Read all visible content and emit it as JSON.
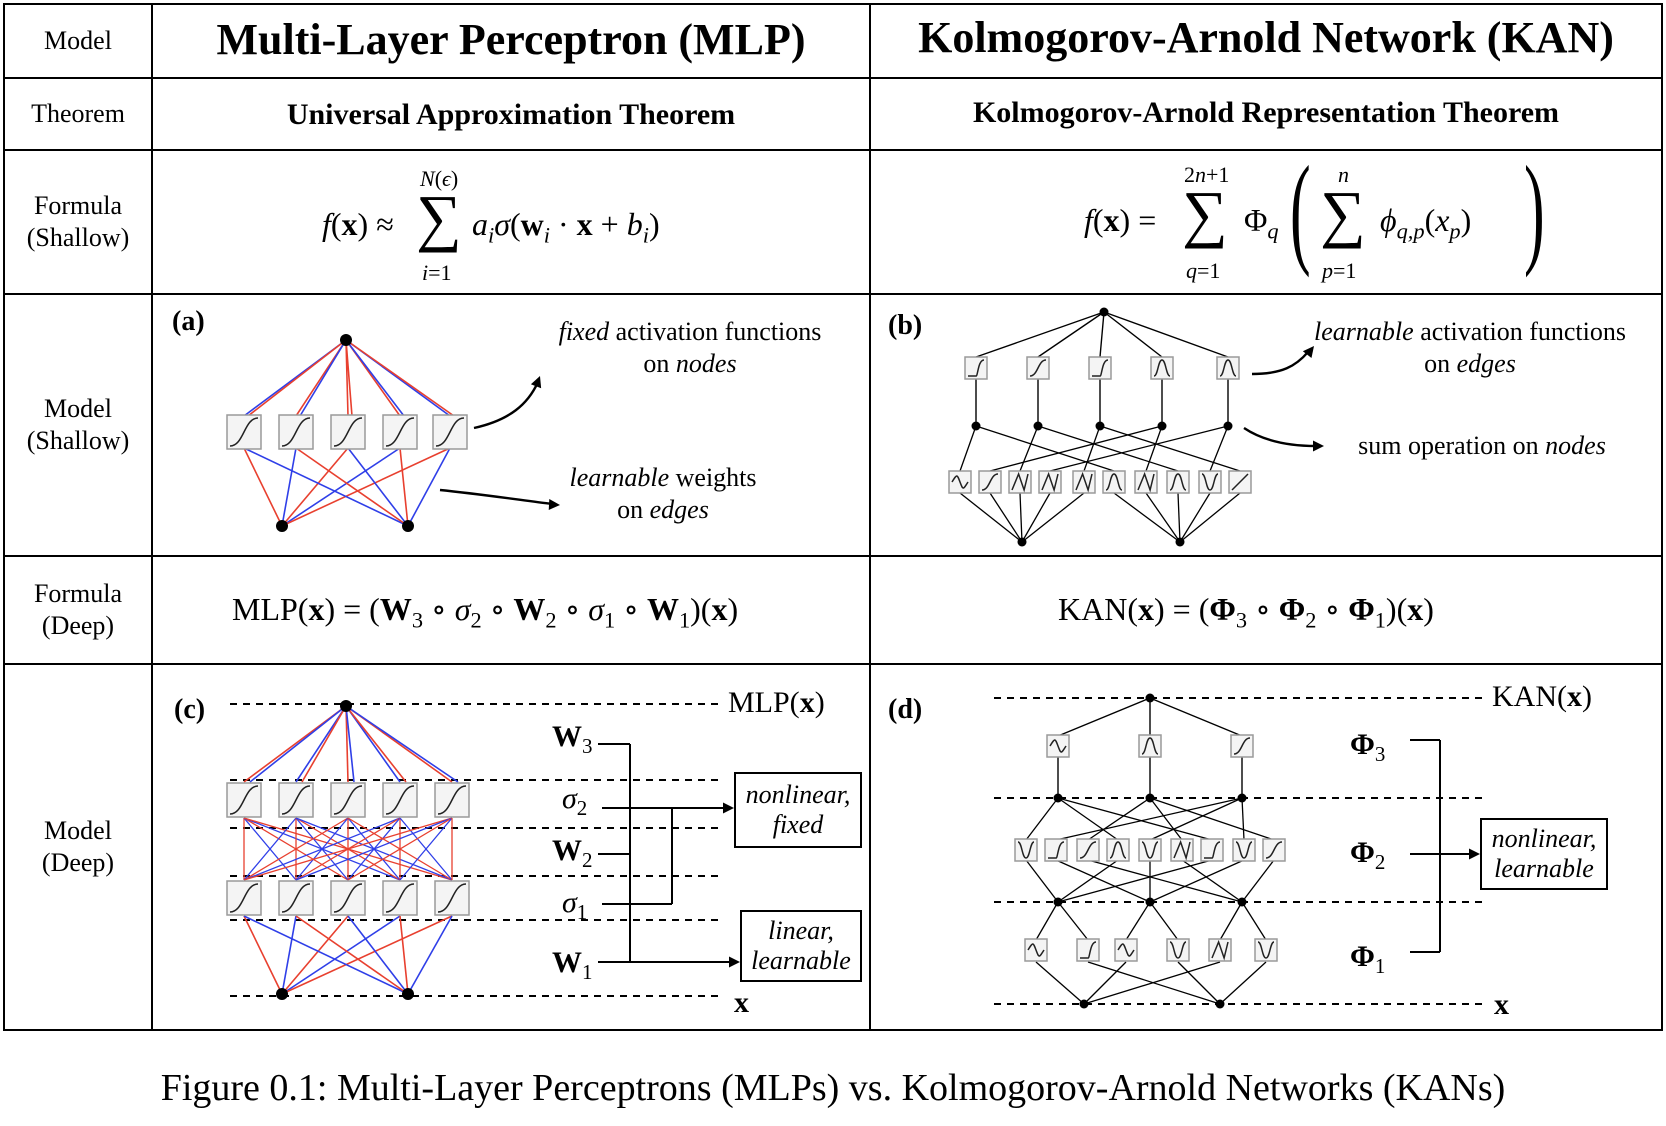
{
  "rows": {
    "model": "Model",
    "theorem": "Theorem",
    "formula_shallow": [
      "Formula",
      "(Shallow)"
    ],
    "model_shallow": [
      "Model",
      "(Shallow)"
    ],
    "formula_deep": [
      "Formula",
      "(Deep)"
    ],
    "model_deep": [
      "Model",
      "(Deep)"
    ]
  },
  "mlp": {
    "title": "Multi-Layer Perceptron (MLP)",
    "theorem": "Universal Approximation Theorem",
    "panel_shallow": "(a)",
    "annot_nodes": {
      "italic": "fixed",
      "rest": "activation functions",
      "line2_pre": "on",
      "line2_it": "nodes"
    },
    "annot_edges": {
      "italic": "learnable",
      "rest": "weights",
      "line2_pre": "on",
      "line2_it": "edges"
    },
    "panel_deep": "(c)",
    "output_label": "MLP(x)",
    "input_label": "x",
    "layers": [
      "W3",
      "σ2",
      "W2",
      "σ1",
      "W1"
    ],
    "box_nonlinear": [
      "nonlinear,",
      "fixed"
    ],
    "box_linear": [
      "linear,",
      "learnable"
    ]
  },
  "kan": {
    "title": "Kolmogorov-Arnold Network (KAN)",
    "theorem": "Kolmogorov-Arnold Representation Theorem",
    "panel_shallow": "(b)",
    "annot_edges": {
      "italic": "learnable",
      "rest": "activation functions",
      "line2_pre": "on",
      "line2_it": "edges"
    },
    "annot_sum": {
      "pre": "sum operation on",
      "italic": "nodes"
    },
    "panel_deep": "(d)",
    "output_label": "KAN(x)",
    "input_label": "x",
    "layers": [
      "Φ3",
      "Φ2",
      "Φ1"
    ],
    "box": [
      "nonlinear,",
      "learnable"
    ]
  },
  "caption": "Figure 0.1: Multi-Layer Perceptrons (MLPs) vs. Kolmogorov-Arnold Networks (KANs)",
  "colors": {
    "red": "#e8402f",
    "blue": "#2f3fe8",
    "line": "#000000",
    "box": "#9a9a9a"
  }
}
